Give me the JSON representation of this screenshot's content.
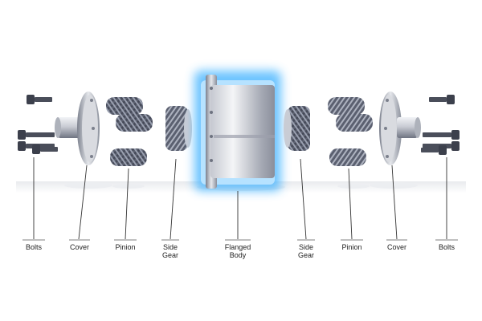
{
  "diagram": {
    "parts": [
      {
        "id": "bolts-left",
        "label": "Bolts"
      },
      {
        "id": "cover-left",
        "label": "Cover"
      },
      {
        "id": "pinion-left",
        "label": "Pinion"
      },
      {
        "id": "side-gear-left",
        "label": "Side\nGear"
      },
      {
        "id": "flanged-body",
        "label": "Flanged\nBody"
      },
      {
        "id": "side-gear-right",
        "label": "Side\nGear"
      },
      {
        "id": "pinion-right",
        "label": "Pinion"
      },
      {
        "id": "cover-right",
        "label": "Cover"
      },
      {
        "id": "bolts-right",
        "label": "Bolts"
      }
    ],
    "colors": {
      "metal": "#b8bcc6",
      "gear_dark": "#4a4e5c",
      "glow": "#3ab0ff",
      "leader": "#333333",
      "label": "#222222"
    }
  }
}
